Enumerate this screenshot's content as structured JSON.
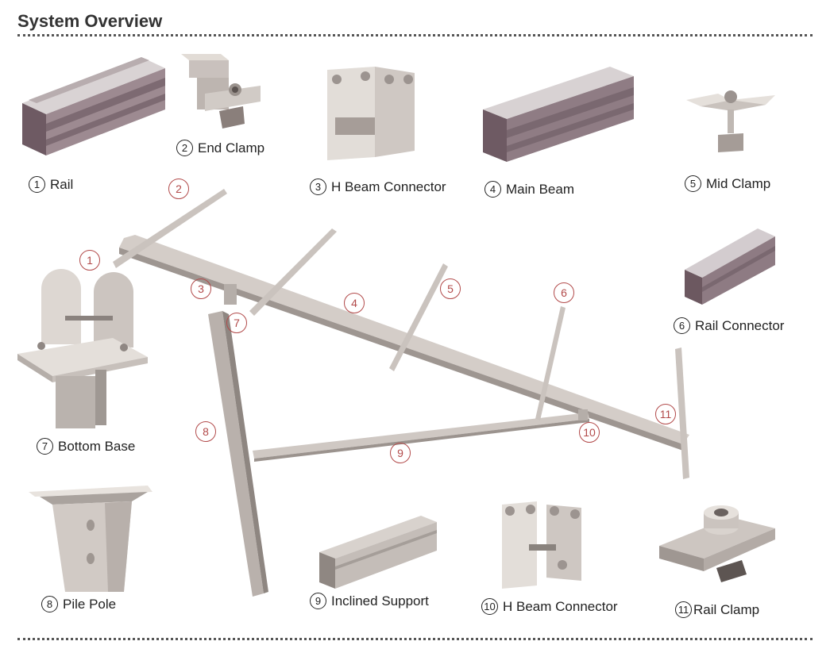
{
  "title": "System Overview",
  "components": {
    "rail": {
      "num": "1",
      "label": "Rail"
    },
    "end_clamp": {
      "num": "2",
      "label": "End Clamp"
    },
    "h_beam_connector": {
      "num": "3",
      "label": "H Beam Connector"
    },
    "main_beam": {
      "num": "4",
      "label": "Main Beam"
    },
    "mid_clamp": {
      "num": "5",
      "label": "Mid Clamp"
    },
    "rail_connector": {
      "num": "6",
      "label": "Rail Connector"
    },
    "bottom_base": {
      "num": "7",
      "label": "Bottom Base"
    },
    "pile_pole": {
      "num": "8",
      "label": "Pile Pole"
    },
    "inclined_support": {
      "num": "9",
      "label": "Inclined Support"
    },
    "h_beam_connector_2": {
      "num": "10",
      "label": "H Beam Connector"
    },
    "rail_clamp": {
      "num": "11",
      "label": "Rail Clamp"
    }
  },
  "assembly_badges": [
    "1",
    "2",
    "3",
    "4",
    "5",
    "6",
    "7",
    "8",
    "9",
    "10",
    "11"
  ],
  "colors": {
    "metal_dark": "#6e5a63",
    "metal_light": "#c9c1bd",
    "aluminum": "#d8d4cf",
    "badge": "#b24a4a"
  }
}
